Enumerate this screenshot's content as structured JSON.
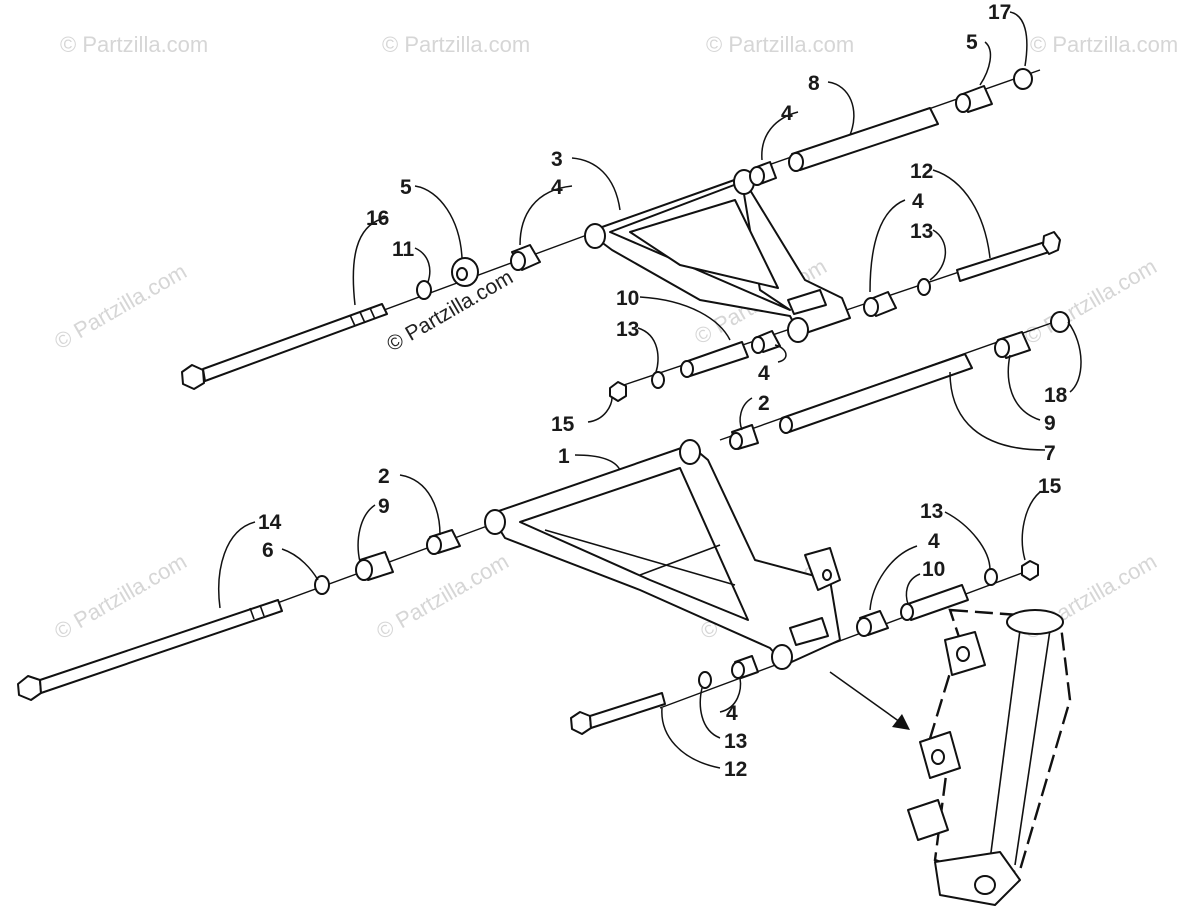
{
  "watermarks": {
    "primary": "© Partzilla.com",
    "tile": "© Partzilla.com"
  },
  "callouts": {
    "c17": "17",
    "c5_top": "5",
    "c8": "8",
    "c4_a": "4",
    "c3": "3",
    "c4_b": "4",
    "c5_left": "5",
    "c16": "16",
    "c11": "11",
    "c12_top": "12",
    "c4_c": "4",
    "c13_a": "13",
    "c10_a": "10",
    "c13_b": "13",
    "c4_d": "4",
    "c15_a": "15",
    "c2_a": "2",
    "c18": "18",
    "c9_a": "9",
    "c7": "7",
    "c1": "1",
    "c2_b": "2",
    "c9_b": "9",
    "c14": "14",
    "c6": "6",
    "c15_b": "15",
    "c13_c": "13",
    "c4_e": "4",
    "c10_b": "10",
    "c4_f": "4",
    "c13_d": "13",
    "c12_bottom": "12"
  },
  "colors": {
    "ink": "#111111",
    "paper": "#ffffff",
    "watermark": "#d6d6d6"
  }
}
